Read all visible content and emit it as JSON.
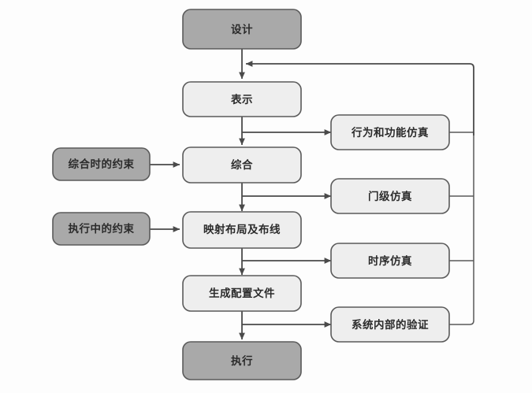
{
  "diagram": {
    "title": "FPGA design flow chart",
    "colors": {
      "dark_fill": "#a9a9a9",
      "light_fill": "#eeeeee",
      "stroke": "#5a5a5a",
      "edge": "#4a4a4a",
      "background": "#fdfdfd",
      "text": "#2b2b2b"
    },
    "main_flow": [
      {
        "id": "design",
        "label": "设计",
        "style": "dark"
      },
      {
        "id": "description",
        "label": "表示",
        "style": "light"
      },
      {
        "id": "synthesis",
        "label": "综合",
        "style": "light"
      },
      {
        "id": "place_route",
        "label": "映射布局及布线",
        "style": "light"
      },
      {
        "id": "bitstream",
        "label": "生成配置文件",
        "style": "light"
      },
      {
        "id": "execute",
        "label": "执行",
        "style": "dark"
      }
    ],
    "constraints": [
      {
        "id": "synth_constraint",
        "label": "综合时的约束",
        "style": "dark",
        "target": "synthesis"
      },
      {
        "id": "exec_constraint",
        "label": "执行中的约束",
        "style": "dark",
        "target": "place_route"
      }
    ],
    "verifications": [
      {
        "id": "behavioral_sim",
        "label": "行为和功能仿真",
        "style": "light",
        "source": "description"
      },
      {
        "id": "gate_sim",
        "label": "门级仿真",
        "style": "light",
        "source": "synthesis"
      },
      {
        "id": "timing_sim",
        "label": "时序仿真",
        "style": "light",
        "source": "place_route"
      },
      {
        "id": "system_verify",
        "label": "系统内部的验证",
        "style": "light",
        "source": "bitstream"
      }
    ],
    "feedback": {
      "id": "feedback-loop",
      "label": "",
      "target": "description",
      "description": "right bus returns to main spine above the description node"
    }
  }
}
